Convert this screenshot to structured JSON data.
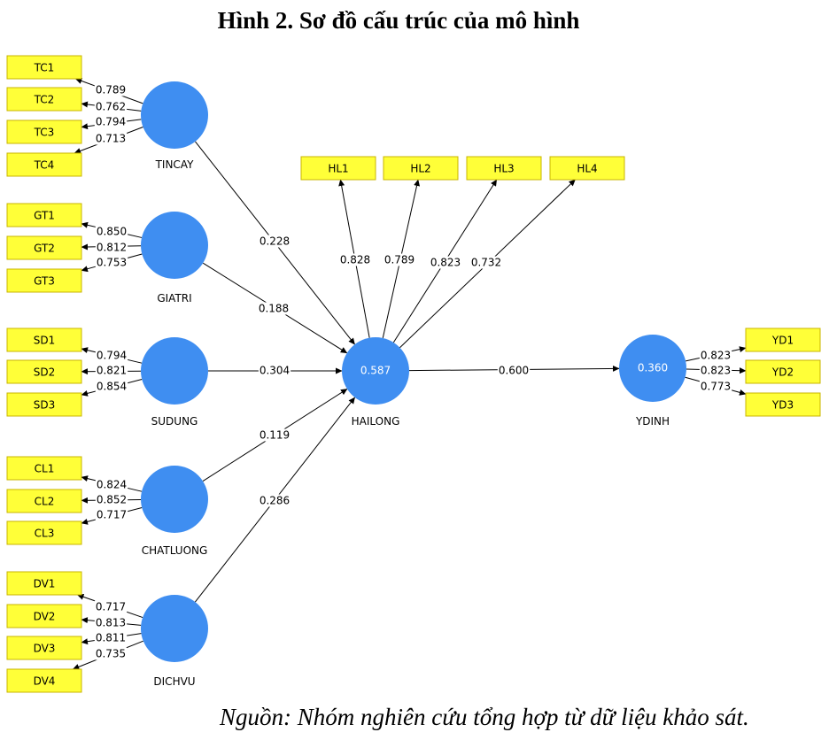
{
  "title": "Hình 2. Sơ đồ cấu trúc của mô hình",
  "source": "Nguồn: Nhóm nghiên cứu tổng hợp từ dữ liệu khảo sát.",
  "colors": {
    "latent": "#3f8ef1",
    "indicator_fill": "#ffff38",
    "indicator_stroke": "#c8b400"
  },
  "constructs": [
    {
      "id": "TINCAY",
      "name": "TINCAY",
      "r2": ""
    },
    {
      "id": "GIATRI",
      "name": "GIATRI",
      "r2": ""
    },
    {
      "id": "SUDUNG",
      "name": "SUDUNG",
      "r2": ""
    },
    {
      "id": "CHATLUONG",
      "name": "CHATLUONG",
      "r2": ""
    },
    {
      "id": "DICHVU",
      "name": "DICHVU",
      "r2": ""
    },
    {
      "id": "HAILONG",
      "name": "HAILONG",
      "r2": "0.587"
    },
    {
      "id": "YDINH",
      "name": "YDINH",
      "r2": "0.360"
    }
  ],
  "indicators": [
    {
      "id": "TC1",
      "construct": "TINCAY",
      "loading": "0.789"
    },
    {
      "id": "TC2",
      "construct": "TINCAY",
      "loading": "0.762"
    },
    {
      "id": "TC3",
      "construct": "TINCAY",
      "loading": "0.794"
    },
    {
      "id": "TC4",
      "construct": "TINCAY",
      "loading": "0.713"
    },
    {
      "id": "GT1",
      "construct": "GIATRI",
      "loading": "0.850"
    },
    {
      "id": "GT2",
      "construct": "GIATRI",
      "loading": "0.812"
    },
    {
      "id": "GT3",
      "construct": "GIATRI",
      "loading": "0.753"
    },
    {
      "id": "SD1",
      "construct": "SUDUNG",
      "loading": "0.794"
    },
    {
      "id": "SD2",
      "construct": "SUDUNG",
      "loading": "0.821"
    },
    {
      "id": "SD3",
      "construct": "SUDUNG",
      "loading": "0.854"
    },
    {
      "id": "CL1",
      "construct": "CHATLUONG",
      "loading": "0.824"
    },
    {
      "id": "CL2",
      "construct": "CHATLUONG",
      "loading": "0.852"
    },
    {
      "id": "CL3",
      "construct": "CHATLUONG",
      "loading": "0.717"
    },
    {
      "id": "DV1",
      "construct": "DICHVU",
      "loading": "0.717"
    },
    {
      "id": "DV2",
      "construct": "DICHVU",
      "loading": "0.813"
    },
    {
      "id": "DV3",
      "construct": "DICHVU",
      "loading": "0.811"
    },
    {
      "id": "DV4",
      "construct": "DICHVU",
      "loading": "0.735"
    },
    {
      "id": "HL1",
      "construct": "HAILONG",
      "loading": "0.828"
    },
    {
      "id": "HL2",
      "construct": "HAILONG",
      "loading": "0.789"
    },
    {
      "id": "HL3",
      "construct": "HAILONG",
      "loading": "0.823"
    },
    {
      "id": "HL4",
      "construct": "HAILONG",
      "loading": "0.732"
    },
    {
      "id": "YD1",
      "construct": "YDINH",
      "loading": "0.823"
    },
    {
      "id": "YD2",
      "construct": "YDINH",
      "loading": "0.823"
    },
    {
      "id": "YD3",
      "construct": "YDINH",
      "loading": "0.773"
    }
  ],
  "paths": [
    {
      "from": "TINCAY",
      "to": "HAILONG",
      "coef": "0.228"
    },
    {
      "from": "GIATRI",
      "to": "HAILONG",
      "coef": "0.188"
    },
    {
      "from": "SUDUNG",
      "to": "HAILONG",
      "coef": "0.304"
    },
    {
      "from": "CHATLUONG",
      "to": "HAILONG",
      "coef": "0.119"
    },
    {
      "from": "DICHVU",
      "to": "HAILONG",
      "coef": "0.286"
    },
    {
      "from": "HAILONG",
      "to": "YDINH",
      "coef": "0.600"
    }
  ]
}
